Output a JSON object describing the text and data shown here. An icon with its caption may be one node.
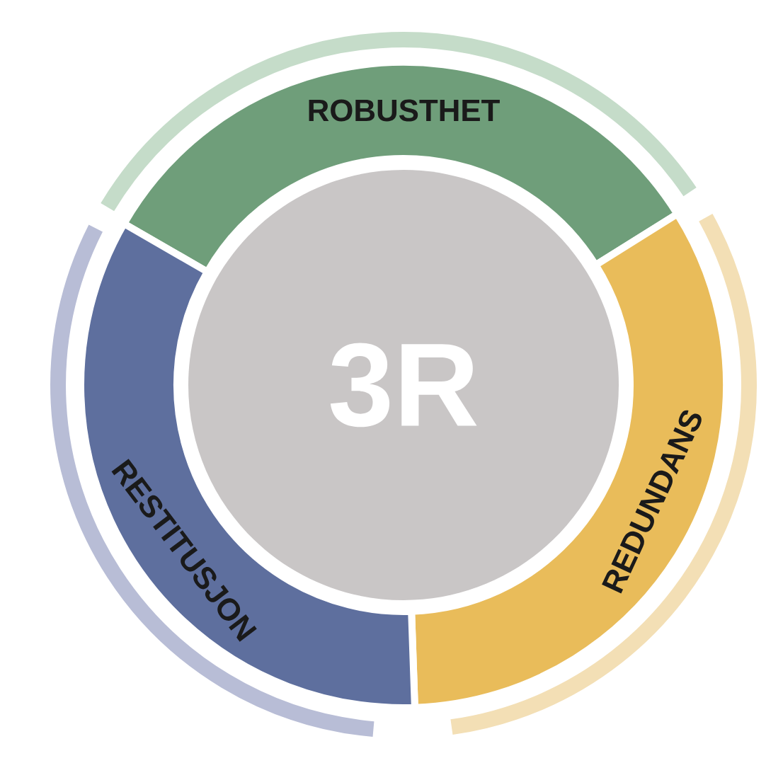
{
  "diagram": {
    "nodes": [
      {
        "text": [
          "3R"
        ]
      },
      {
        "text": [
          "ROBUSTHET"
        ]
      },
      {
        "text": [
          "REDUNDANS"
        ]
      },
      {
        "text": [
          "RESTITUSJON"
        ]
      }
    ]
  }
}
